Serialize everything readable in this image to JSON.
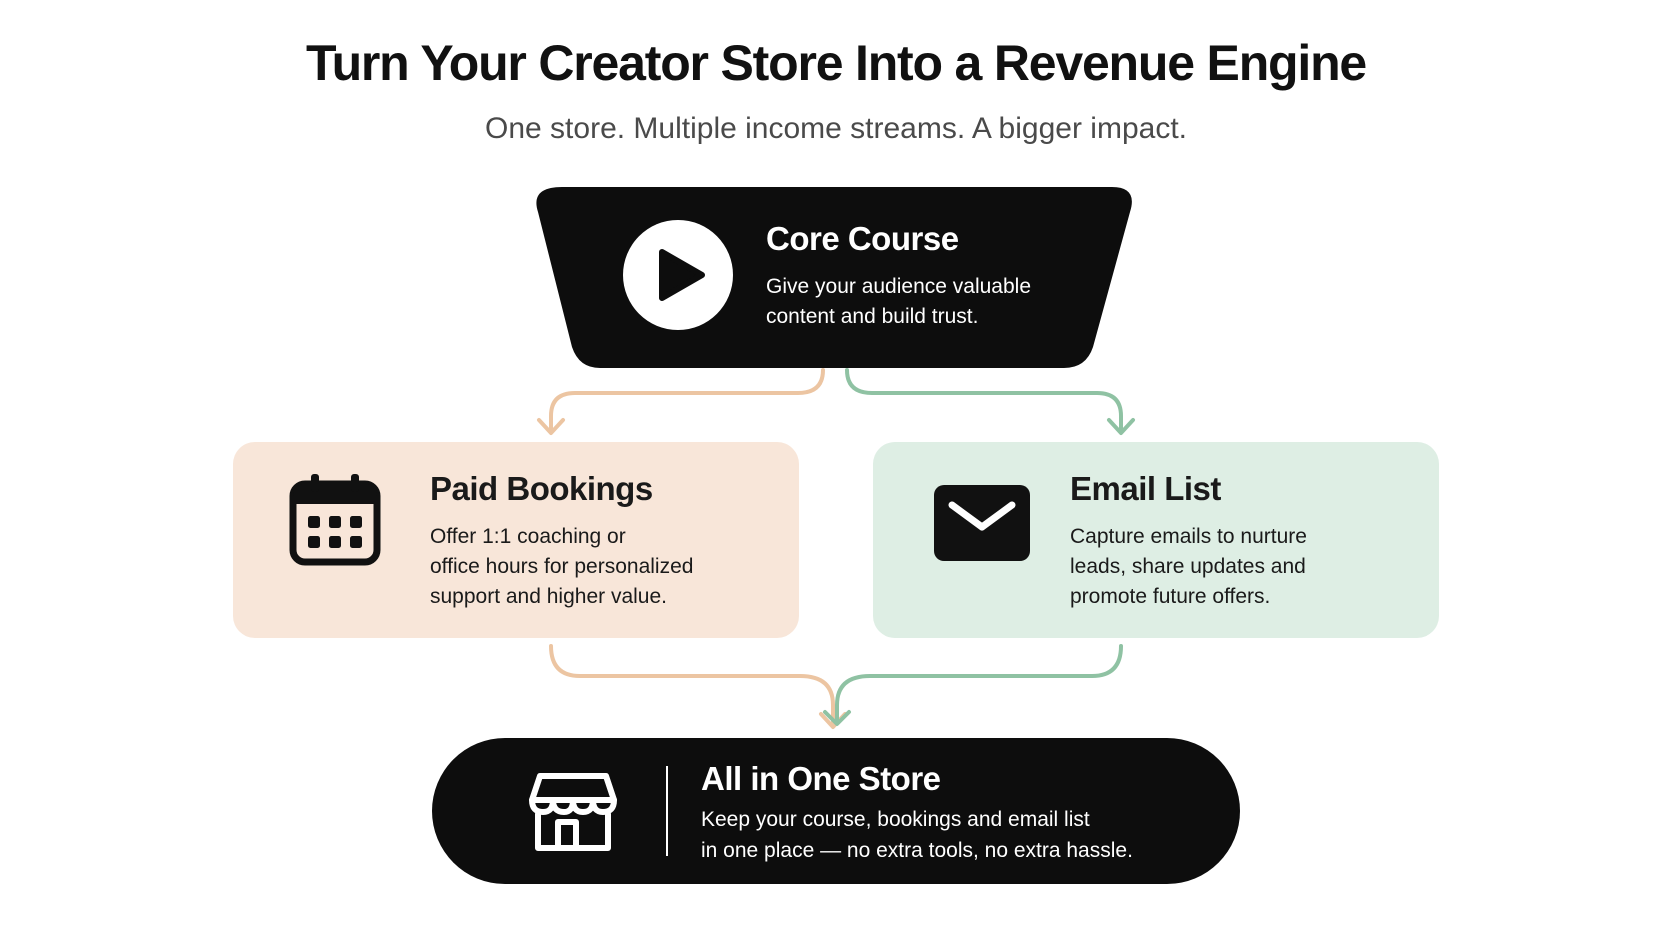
{
  "header": {
    "title": "Turn Your Creator Store Into a Revenue Engine",
    "subtitle": "One store. Multiple income streams. A bigger impact."
  },
  "nodes": {
    "core": {
      "title": "Core Course",
      "description_line1": "Give your audience valuable",
      "description_line2": "content and build trust.",
      "icon": "play-icon"
    },
    "bookings": {
      "title": "Paid Bookings",
      "description_line1": "Offer 1:1 coaching or",
      "description_line2": "office hours for personalized",
      "description_line3": "support and higher value.",
      "icon": "calendar-icon"
    },
    "email": {
      "title": "Email List",
      "description_line1": "Capture emails to nurture",
      "description_line2": "leads, share updates and",
      "description_line3": "promote future offers.",
      "icon": "envelope-icon"
    },
    "store": {
      "title": "All in One Store",
      "description_line1": "Keep your course, bookings and email list",
      "description_line2": "in one place — no extra tools, no extra hassle.",
      "icon": "storefront-icon"
    }
  },
  "colors": {
    "dark": "#0d0d0d",
    "peach_card": "#f8e6d9",
    "mint_card": "#deeee4",
    "peach_arrow": "#ecc5a2",
    "green_arrow": "#8fc2a3"
  }
}
